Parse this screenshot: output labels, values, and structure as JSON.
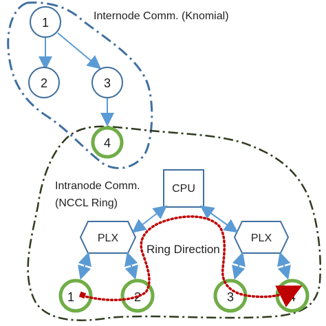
{
  "internode": {
    "title": "Internode Comm. (Knomial)",
    "nodes": [
      "1",
      "2",
      "3"
    ]
  },
  "intranode": {
    "title_line1": "Intranode Comm.",
    "title_line2": "(NCCL Ring)",
    "cpu_label": "CPU",
    "plx_left_label": "PLX",
    "plx_right_label": "PLX",
    "gpus": [
      "1",
      "2",
      "3",
      "4"
    ],
    "ring_label": "Ring Direction"
  },
  "shared_node": "4",
  "colors": {
    "blue_outline": "#3f6f9f",
    "arrow_blue": "#5b9bd5",
    "green": "#70ad47",
    "dark_dash": "#2f3a1f",
    "ring_red": "#c00000"
  }
}
